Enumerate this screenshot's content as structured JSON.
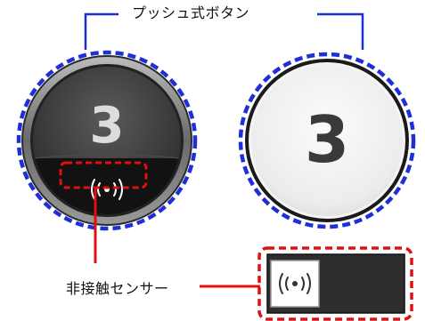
{
  "labels": {
    "push_button": "プッシュ式ボタン",
    "contactless_sensor": "非接触センサー"
  },
  "buttons": {
    "dark": {
      "number": "3",
      "icon": "contactless-icon"
    },
    "light": {
      "number": "3"
    }
  },
  "sensor_panel": {
    "icon": "contactless-icon"
  },
  "colors": {
    "highlight_blue": "#1f2fd8",
    "highlight_red": "#e01010",
    "dark_button": "#3a3a3a",
    "light_button": "#efefef"
  }
}
